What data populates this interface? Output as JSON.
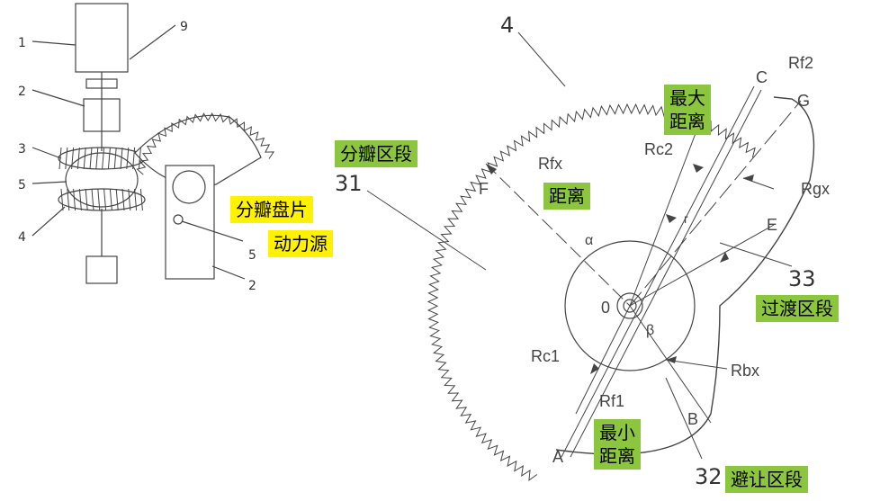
{
  "left_figure": {
    "callouts": [
      "1",
      "9",
      "2",
      "3",
      "5",
      "4"
    ],
    "callout_5": "5",
    "callout_2": "2"
  },
  "right_figure": {
    "callout_main": "4",
    "point_labels": [
      "C",
      "G",
      "F",
      "E",
      "A",
      "B"
    ],
    "radius_labels": [
      "Rf2",
      "Rc2",
      "Rfx",
      "Rgx",
      "Rc1",
      "Rf1",
      "Rbx"
    ],
    "angle_labels": [
      "α",
      "β",
      "r"
    ],
    "center_label": "0",
    "section_numbers": [
      "31",
      "33",
      "32"
    ]
  },
  "highlights": {
    "max_distance": "最大\n距离",
    "split_section": "分瓣区段",
    "distance": "距离",
    "split_disc": "分瓣盘片",
    "power_source": "动力源",
    "transition_section": "过渡区段",
    "min_distance": "最小\n距离",
    "avoid_section": "避让区段"
  },
  "colors": {
    "green_highlight": "#8cc63f",
    "yellow_highlight": "#fff200",
    "line": "#444444"
  }
}
